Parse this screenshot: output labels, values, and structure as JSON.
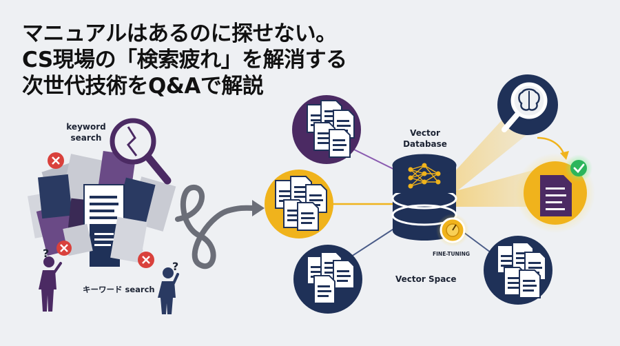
{
  "headline": {
    "line1": "マニュアルはあるのに探せない。",
    "line2": "CS現場の「検索疲れ」を解消する",
    "line3": "次世代技術をQ&Aで解説"
  },
  "left": {
    "keyword_label_1": "keyword",
    "keyword_label_2": "search",
    "keyword_jp_label": "キーワード search",
    "question_mark": "?"
  },
  "right": {
    "db_label_1": "Vector",
    "db_label_2": "Database",
    "fine_tuning": "FINE-TUNING",
    "vector_space": "Vector Space"
  },
  "colors": {
    "navy": "#1f3158",
    "purple": "#4b2a63",
    "gold": "#f0b31c",
    "red": "#d9413c",
    "green": "#2bb55b",
    "background": "#eef0f3"
  }
}
